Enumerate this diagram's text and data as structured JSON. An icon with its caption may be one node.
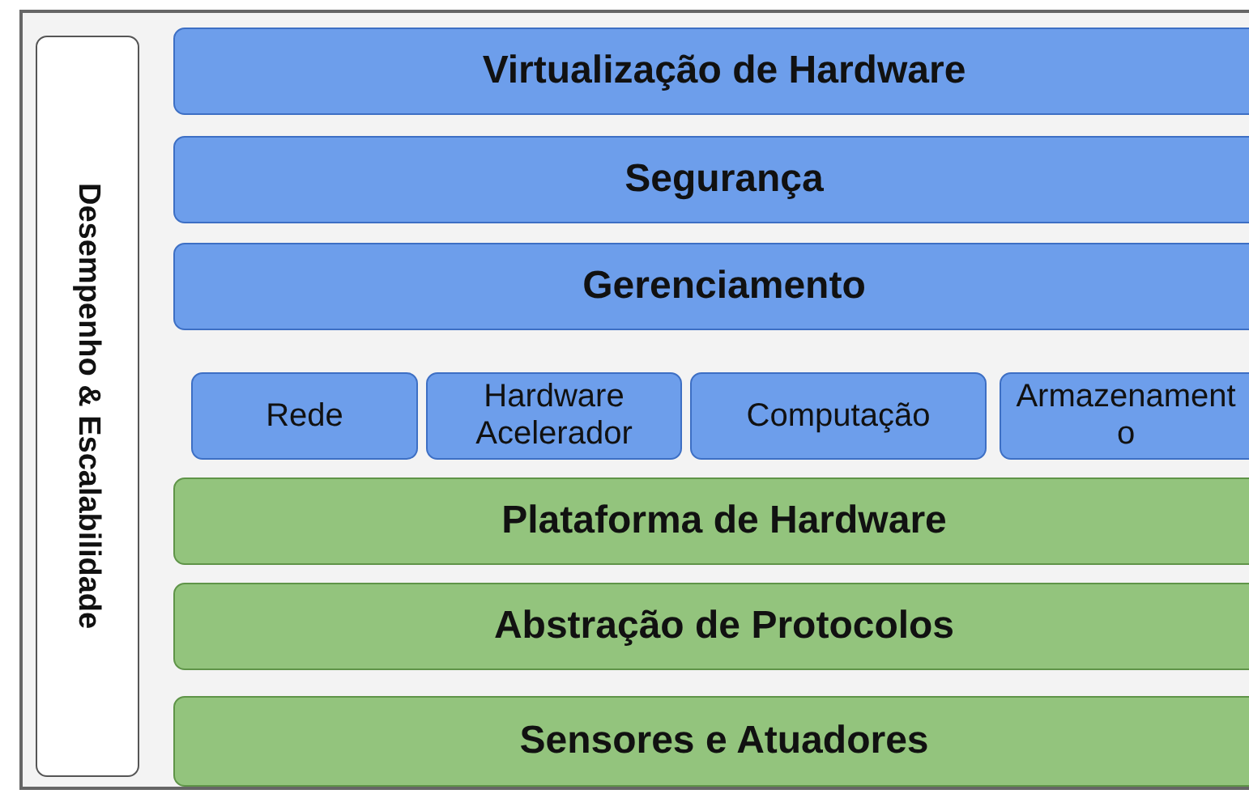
{
  "diagram": {
    "nodes": [
      {
        "text": [
          "Desempenho & Escalabilidade"
        ]
      },
      {
        "text": [
          "Virtualização de Hardware"
        ]
      },
      {
        "text": [
          "Segurança"
        ]
      },
      {
        "text": [
          "Gerenciamento"
        ]
      },
      {
        "text": [
          "Rede"
        ]
      },
      {
        "text": [
          "Hardware Acelerador"
        ]
      },
      {
        "text": [
          "Computação"
        ]
      },
      {
        "text": [
          "Armazenamento"
        ]
      },
      {
        "text": [
          "Plataforma de Hardware"
        ]
      },
      {
        "text": [
          "Abstração de Protocolos"
        ]
      },
      {
        "text": [
          "Sensores e Atuadores"
        ]
      }
    ]
  }
}
